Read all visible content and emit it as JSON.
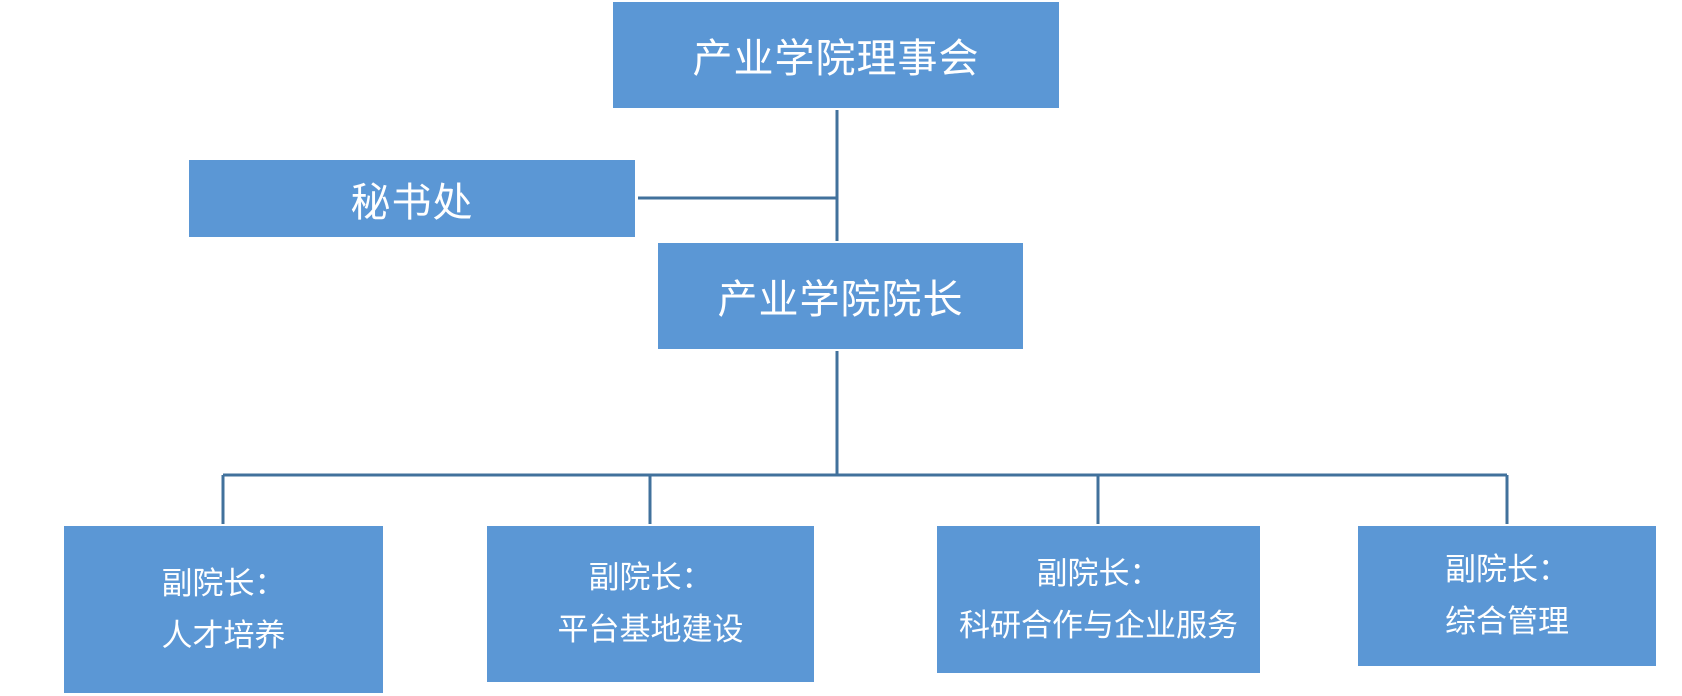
{
  "org_chart": {
    "board": "产业学院理事会",
    "secretariat": "秘书处",
    "dean": "产业学院院长",
    "vice_deans": [
      {
        "title": "副院长：",
        "area": "人才培养"
      },
      {
        "title": "副院长：",
        "area": "平台基地建设"
      },
      {
        "title": "副院长：",
        "area": "科研合作与企业服务"
      },
      {
        "title": "副院长：",
        "area": "综合管理"
      }
    ]
  },
  "colors": {
    "box_fill": "#5b97d5",
    "connector": "#41719c",
    "text": "#ffffff"
  }
}
